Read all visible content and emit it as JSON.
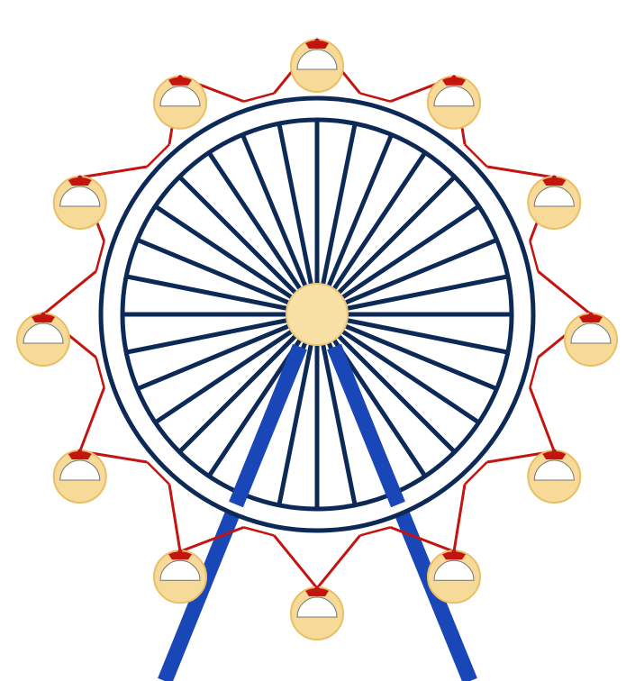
{
  "illustration": {
    "subject": "ferris-wheel",
    "spoke_count": 32,
    "gondola_count": 12,
    "colors": {
      "rim": "#0d2a57",
      "spokes": "#0d2a57",
      "support_legs": "#1a47b8",
      "hub": "#f8dfa4",
      "hub_outline": "#e8c57f",
      "gondola_arms": "#c4140f",
      "gondola_body": "#f7d998",
      "gondola_shade": "#e9bf6a",
      "gondola_window": "#ffffff",
      "gondola_roof": "#c4140f",
      "background": "#ffffff"
    }
  }
}
